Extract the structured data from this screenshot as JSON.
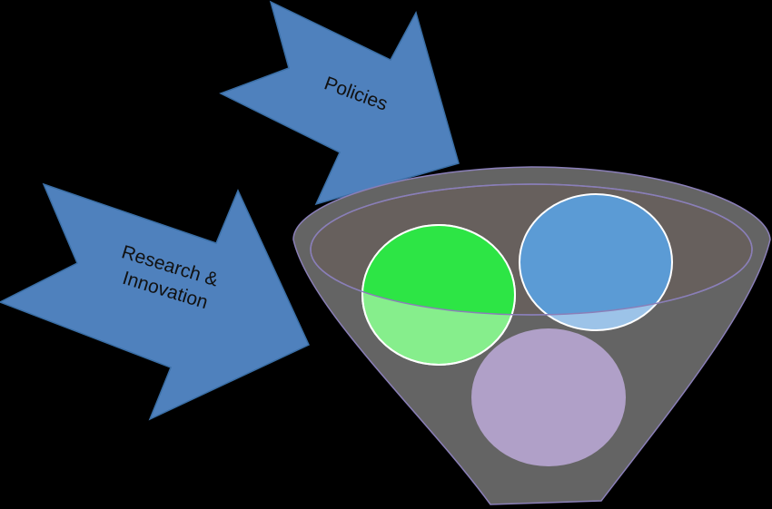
{
  "diagram": {
    "arrows": [
      {
        "label": "Policies"
      },
      {
        "label_line1": "Research &",
        "label_line2": "Innovation"
      }
    ],
    "colors": {
      "background": "#000000",
      "arrow_fill": "#4f81bd",
      "arrow_stroke": "#3a6ea5",
      "funnel_fill": "#646464",
      "funnel_rim_fill": "#67605d",
      "funnel_stroke": "#8a7fb8",
      "ball_green": "#2de545",
      "ball_green_light": "#86ee8c",
      "ball_blue": "#5b9bd5",
      "ball_blue_light": "#9cc3e8",
      "ball_purple": "#b0a0c8"
    }
  }
}
